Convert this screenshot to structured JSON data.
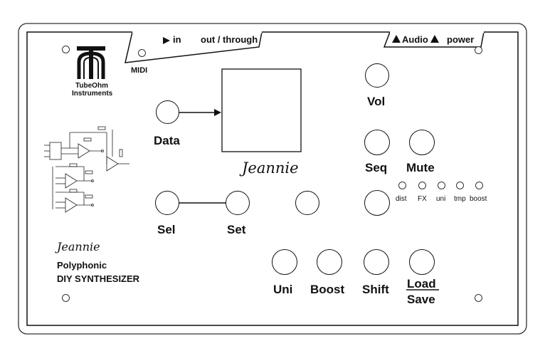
{
  "brand": {
    "name_line1": "TubeOhm",
    "name_line2": "Instruments"
  },
  "midi": {
    "label": "MIDI",
    "in_label": "in",
    "through_label": "out / through"
  },
  "audio": {
    "label": "Audio",
    "power_label": "power"
  },
  "display": {
    "product_script": "Jeannie"
  },
  "knobs": {
    "data": "Data",
    "vol": "Vol",
    "seq": "Seq",
    "mute": "Mute",
    "sel": "Sel",
    "set": "Set",
    "uni": "Uni",
    "boost": "Boost",
    "shift": "Shift",
    "load": "Load",
    "save": "Save"
  },
  "leds": [
    "dist",
    "FX",
    "uni",
    "tmp",
    "boost"
  ],
  "product": {
    "script": "Jeannie",
    "line1": "Polyphonic",
    "line2": "DIY SYNTHESIZER"
  },
  "icons": [
    "tubeohm-logo-icon",
    "arrow-right-icon",
    "arrow-up-icon",
    "schematic-icon"
  ]
}
